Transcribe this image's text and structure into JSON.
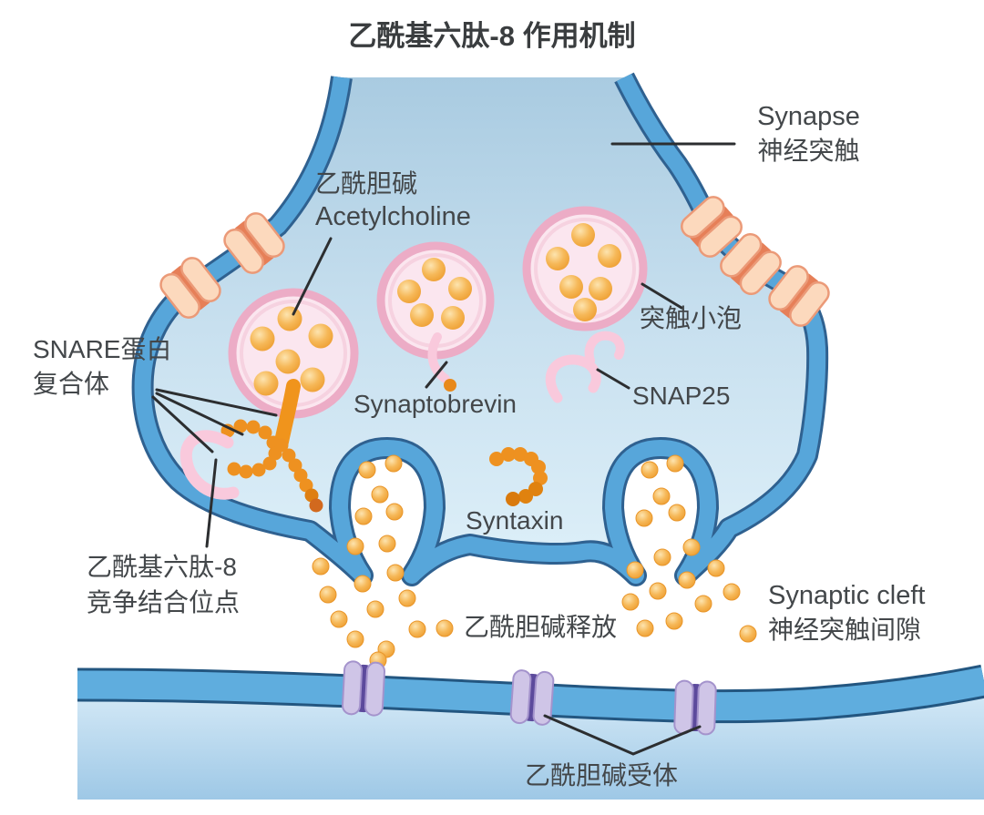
{
  "title": "乙酰基六肽-8 作用机制",
  "labels": {
    "synapse_en": "Synapse",
    "synapse_zh": "神经突触",
    "acetylcholine_zh": "乙酰胆碱",
    "acetylcholine_en": "Acetylcholine",
    "vesicle_zh": "突触小泡",
    "snare_line1": "SNARE蛋白",
    "snare_line2": "复合体",
    "synaptobrevin": "Synaptobrevin",
    "snap25": "SNAP25",
    "syntaxin": "Syntaxin",
    "peptide_line1": "乙酰基六肽-8",
    "peptide_line2": "竞争结合位点",
    "ach_release_zh": "乙酰胆碱释放",
    "cleft_en": "Synaptic cleft",
    "cleft_zh": "神经突触间隙",
    "receptor_zh": "乙酰胆碱受体"
  },
  "colors": {
    "membrane_blue": "#57a6da",
    "membrane_outline": "#2f6190",
    "cytoplasm_light": "#c8e0ef",
    "vesicle_ring_pink": "#ecacc6",
    "vesicle_fill": "#fbe6ef",
    "acetylcholine_orange": "#f0a235",
    "snare_bead_orange": "#ee9120",
    "protein_pink": "#f9c9dc",
    "channel_peach": "#fcd9bd",
    "receptor_purple": "#cfc5e7",
    "receptor_core_purple": "#5c4a9c",
    "postsynaptic_blue": "#5fadde",
    "text_dark": "#43474a"
  }
}
